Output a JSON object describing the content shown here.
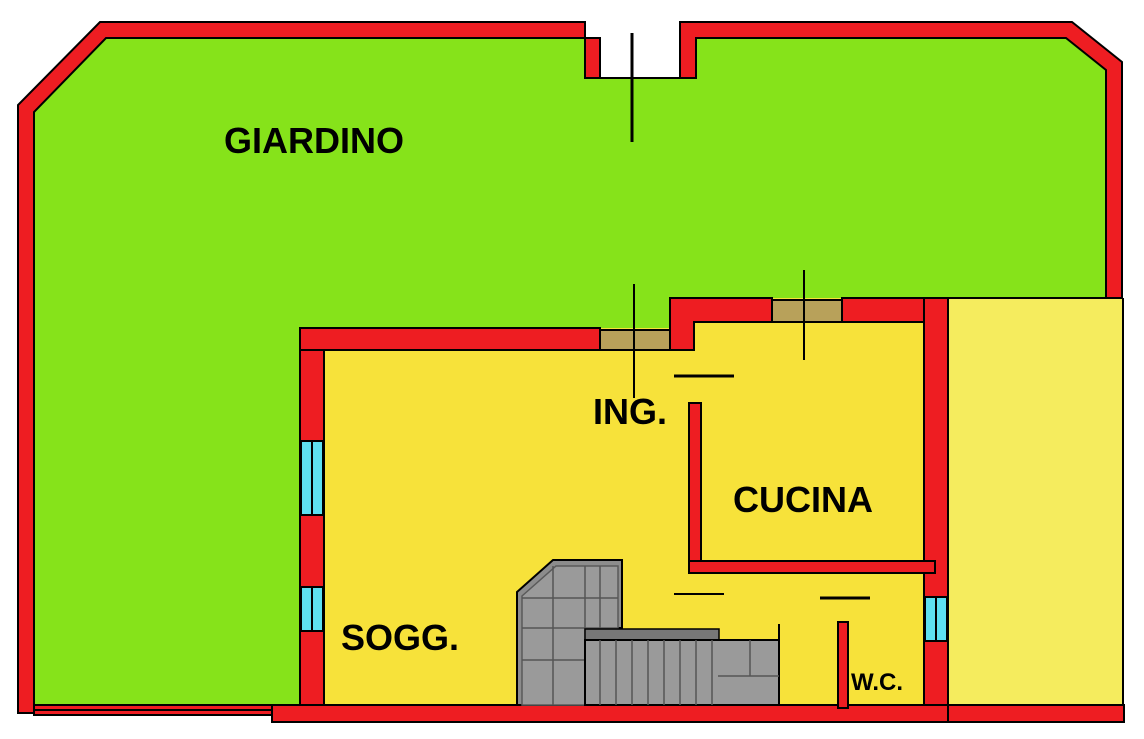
{
  "plan": {
    "colors": {
      "garden": "#86E31A",
      "interior": "#F7E23A",
      "terrace": "#F5EC5E",
      "wall": "#EE1D22",
      "outline": "#000000",
      "door_panel": "#B8A15A",
      "window_glass": "#5EE0F0",
      "stair": "#8C8C8C",
      "stair_dark": "#5A5A5A"
    },
    "rooms": [
      {
        "id": "giardino",
        "label": "GIARDINO"
      },
      {
        "id": "ingresso",
        "label": "ING."
      },
      {
        "id": "cucina",
        "label": "CUCINA"
      },
      {
        "id": "soggiorno",
        "label": "SOGG."
      },
      {
        "id": "wc",
        "label": "W.C."
      }
    ]
  }
}
